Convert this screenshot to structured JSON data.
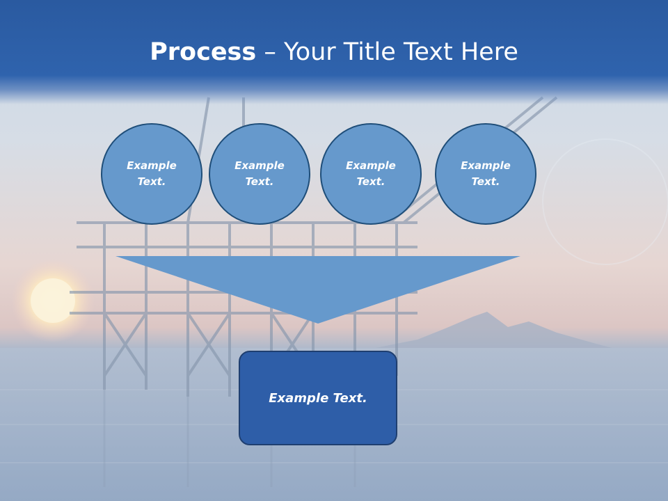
{
  "slide": {
    "title_bold": "Process",
    "title_rest": " – Your Title Text Here",
    "circles": [
      {
        "line1": "Example",
        "line2": "Text."
      },
      {
        "line1": "Example",
        "line2": "Text."
      },
      {
        "line1": "Example",
        "line2": "Text."
      },
      {
        "line1": "Example",
        "line2": "Text."
      }
    ],
    "result_text": "Example Text."
  },
  "colors": {
    "header": "#2f63ad",
    "circle_fill": "#6699cc",
    "circle_border": "#1f4e79",
    "funnel_fill": "#6699cc",
    "result_fill": "#2e5ea8"
  },
  "icons": {
    "background": "oil-platform-sunset-photo"
  }
}
